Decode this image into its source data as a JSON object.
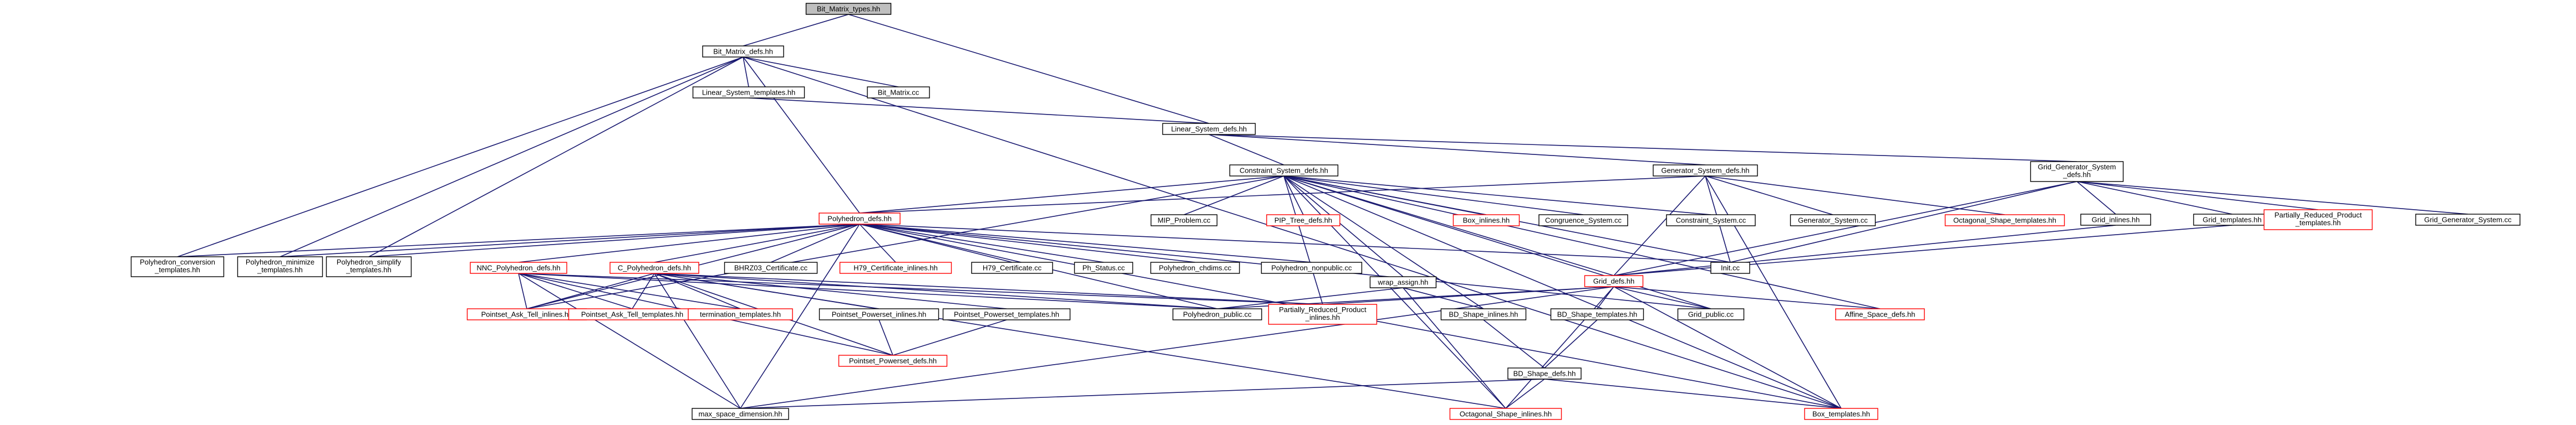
{
  "colors": {
    "edge": "#191970",
    "black_border": "#000000",
    "red_border": "#ff0000",
    "root_fill": "#bfbfbf",
    "node_fill": "#ffffff"
  },
  "nodes": [
    {
      "id": "bmt",
      "label": [
        "Bit_Matrix_types.hh"
      ],
      "style": "root"
    },
    {
      "id": "bmd",
      "label": [
        "Bit_Matrix_defs.hh"
      ],
      "style": "black"
    },
    {
      "id": "lst",
      "label": [
        "Linear_System_templates.hh"
      ],
      "style": "black"
    },
    {
      "id": "bmcc",
      "label": [
        "Bit_Matrix.cc"
      ],
      "style": "black"
    },
    {
      "id": "lsd",
      "label": [
        "Linear_System_defs.hh"
      ],
      "style": "black"
    },
    {
      "id": "csd",
      "label": [
        "Constraint_System_defs.hh"
      ],
      "style": "black"
    },
    {
      "id": "gsd",
      "label": [
        "Generator_System_defs.hh"
      ],
      "style": "black"
    },
    {
      "id": "ggsd",
      "label": [
        "Grid_Generator_System",
        "_defs.hh"
      ],
      "style": "black"
    },
    {
      "id": "mipcc",
      "label": [
        "MIP_Problem.cc"
      ],
      "style": "black"
    },
    {
      "id": "piptree",
      "label": [
        "PIP_Tree_defs.hh"
      ],
      "style": "red"
    },
    {
      "id": "phd",
      "label": [
        "Polyhedron_defs.hh"
      ],
      "style": "red"
    },
    {
      "id": "boxinl",
      "label": [
        "Box_inlines.hh"
      ],
      "style": "red"
    },
    {
      "id": "congcc",
      "label": [
        "Congruence_System.cc"
      ],
      "style": "black"
    },
    {
      "id": "conscc",
      "label": [
        "Constraint_System.cc"
      ],
      "style": "black"
    },
    {
      "id": "gencc",
      "label": [
        "Generator_System.cc"
      ],
      "style": "black"
    },
    {
      "id": "octtpl",
      "label": [
        "Octagonal_Shape_templates.hh"
      ],
      "style": "red"
    },
    {
      "id": "gridinl",
      "label": [
        "Grid_inlines.hh"
      ],
      "style": "black"
    },
    {
      "id": "gridtpl",
      "label": [
        "Grid_templates.hh"
      ],
      "style": "black"
    },
    {
      "id": "pprtpl",
      "label": [
        "Partially_Reduced_Product",
        "_templates.hh"
      ],
      "style": "red"
    },
    {
      "id": "ggscc",
      "label": [
        "Grid_Generator_System.cc"
      ],
      "style": "black"
    },
    {
      "id": "phconv",
      "label": [
        "Polyhedron_conversion",
        "_templates.hh"
      ],
      "style": "black"
    },
    {
      "id": "phmin",
      "label": [
        "Polyhedron_minimize",
        "_templates.hh"
      ],
      "style": "black"
    },
    {
      "id": "phsimp",
      "label": [
        "Polyhedron_simplify",
        "_templates.hh"
      ],
      "style": "black"
    },
    {
      "id": "nncd",
      "label": [
        "NNC_Polyhedron_defs.hh"
      ],
      "style": "red"
    },
    {
      "id": "cpd",
      "label": [
        "C_Polyhedron_defs.hh"
      ],
      "style": "red"
    },
    {
      "id": "bhrz",
      "label": [
        "BHRZ03_Certificate.cc"
      ],
      "style": "black"
    },
    {
      "id": "h79inl",
      "label": [
        "H79_Certificate_inlines.hh"
      ],
      "style": "red"
    },
    {
      "id": "h79cc",
      "label": [
        "H79_Certificate.cc"
      ],
      "style": "black"
    },
    {
      "id": "phstat",
      "label": [
        "Ph_Status.cc"
      ],
      "style": "black"
    },
    {
      "id": "phchd",
      "label": [
        "Polyhedron_chdims.cc"
      ],
      "style": "black"
    },
    {
      "id": "phnonpub",
      "label": [
        "Polyhedron_nonpublic.cc"
      ],
      "style": "black"
    },
    {
      "id": "initcc",
      "label": [
        "Init.cc"
      ],
      "style": "black"
    },
    {
      "id": "griddefs",
      "label": [
        "Grid_defs.hh"
      ],
      "style": "red"
    },
    {
      "id": "wrap",
      "label": [
        "wrap_assign.hh"
      ],
      "style": "black"
    },
    {
      "id": "ppaskinl",
      "label": [
        "Pointset_Ask_Tell_inlines.hh"
      ],
      "style": "red"
    },
    {
      "id": "ppasktpl",
      "label": [
        "Pointset_Ask_Tell_templates.hh"
      ],
      "style": "red"
    },
    {
      "id": "termtpl",
      "label": [
        "termination_templates.hh"
      ],
      "style": "red"
    },
    {
      "id": "pppowinl",
      "label": [
        "Pointset_Powerset_inlines.hh"
      ],
      "style": "black"
    },
    {
      "id": "pppowtpl",
      "label": [
        "Pointset_Powerset_templates.hh"
      ],
      "style": "black"
    },
    {
      "id": "phpub",
      "label": [
        "Polyhedron_public.cc"
      ],
      "style": "black"
    },
    {
      "id": "pprinl",
      "label": [
        "Partially_Reduced_Product",
        "_inlines.hh"
      ],
      "style": "red"
    },
    {
      "id": "bdinl",
      "label": [
        "BD_Shape_inlines.hh"
      ],
      "style": "black"
    },
    {
      "id": "bdtpl",
      "label": [
        "BD_Shape_templates.hh"
      ],
      "style": "black"
    },
    {
      "id": "gridpub",
      "label": [
        "Grid_public.cc"
      ],
      "style": "black"
    },
    {
      "id": "affdefs",
      "label": [
        "Affine_Space_defs.hh"
      ],
      "style": "red"
    },
    {
      "id": "pppowdefs",
      "label": [
        "Pointset_Powerset_defs.hh"
      ],
      "style": "red"
    },
    {
      "id": "bddefs",
      "label": [
        "BD_Shape_defs.hh"
      ],
      "style": "black"
    },
    {
      "id": "maxdim",
      "label": [
        "max_space_dimension.hh"
      ],
      "style": "black"
    },
    {
      "id": "octinl",
      "label": [
        "Octagonal_Shape_inlines.hh"
      ],
      "style": "red"
    },
    {
      "id": "boxtpl",
      "label": [
        "Box_templates.hh"
      ],
      "style": "red"
    }
  ],
  "edges": [
    [
      "bmt",
      "bmd"
    ],
    [
      "bmt",
      "lsd"
    ],
    [
      "bmd",
      "lst"
    ],
    [
      "bmd",
      "bmcc"
    ],
    [
      "bmd",
      "phd"
    ],
    [
      "bmd",
      "phconv"
    ],
    [
      "bmd",
      "phmin"
    ],
    [
      "bmd",
      "phsimp"
    ],
    [
      "bmd",
      "boxtpl"
    ],
    [
      "lst",
      "lsd"
    ],
    [
      "lsd",
      "csd"
    ],
    [
      "lsd",
      "gsd"
    ],
    [
      "lsd",
      "ggsd"
    ],
    [
      "csd",
      "mipcc"
    ],
    [
      "csd",
      "piptree"
    ],
    [
      "csd",
      "phd"
    ],
    [
      "csd",
      "boxinl"
    ],
    [
      "csd",
      "congcc"
    ],
    [
      "csd",
      "conscc"
    ],
    [
      "csd",
      "initcc"
    ],
    [
      "csd",
      "griddefs"
    ],
    [
      "csd",
      "wrap"
    ],
    [
      "csd",
      "pprinl"
    ],
    [
      "csd",
      "bdinl"
    ],
    [
      "csd",
      "octinl"
    ],
    [
      "csd",
      "boxtpl"
    ],
    [
      "csd",
      "affdefs"
    ],
    [
      "csd",
      "ppaskinl"
    ],
    [
      "csd",
      "gridpub"
    ],
    [
      "gsd",
      "gencc"
    ],
    [
      "gsd",
      "octtpl"
    ],
    [
      "gsd",
      "phd"
    ],
    [
      "gsd",
      "initcc"
    ],
    [
      "gsd",
      "griddefs"
    ],
    [
      "gsd",
      "boxtpl"
    ],
    [
      "ggsd",
      "gridinl"
    ],
    [
      "ggsd",
      "gridtpl"
    ],
    [
      "ggsd",
      "pprtpl"
    ],
    [
      "ggsd",
      "ggscc"
    ],
    [
      "ggsd",
      "griddefs"
    ],
    [
      "ggsd",
      "initcc"
    ],
    [
      "gridinl",
      "griddefs"
    ],
    [
      "gridtpl",
      "griddefs"
    ],
    [
      "phd",
      "phconv"
    ],
    [
      "phd",
      "phmin"
    ],
    [
      "phd",
      "phsimp"
    ],
    [
      "phd",
      "nncd"
    ],
    [
      "phd",
      "cpd"
    ],
    [
      "phd",
      "bhrz"
    ],
    [
      "phd",
      "h79inl"
    ],
    [
      "phd",
      "h79cc"
    ],
    [
      "phd",
      "phstat"
    ],
    [
      "phd",
      "phchd"
    ],
    [
      "phd",
      "phnonpub"
    ],
    [
      "phd",
      "initcc"
    ],
    [
      "phd",
      "phpub"
    ],
    [
      "phd",
      "ppaskinl"
    ],
    [
      "phd",
      "maxdim"
    ],
    [
      "phd",
      "boxtpl"
    ],
    [
      "phd",
      "gridpub"
    ],
    [
      "nncd",
      "ppaskinl"
    ],
    [
      "nncd",
      "ppasktpl"
    ],
    [
      "nncd",
      "termtpl"
    ],
    [
      "nncd",
      "pppowdefs"
    ],
    [
      "nncd",
      "maxdim"
    ],
    [
      "nncd",
      "phpub"
    ],
    [
      "nncd",
      "pprinl"
    ],
    [
      "cpd",
      "ppaskinl"
    ],
    [
      "cpd",
      "ppasktpl"
    ],
    [
      "cpd",
      "termtpl"
    ],
    [
      "cpd",
      "pppowinl"
    ],
    [
      "cpd",
      "pppowtpl"
    ],
    [
      "cpd",
      "phpub"
    ],
    [
      "cpd",
      "pprinl"
    ],
    [
      "cpd",
      "pppowdefs"
    ],
    [
      "cpd",
      "maxdim"
    ],
    [
      "cpd",
      "octinl"
    ],
    [
      "wrap",
      "phpub"
    ],
    [
      "wrap",
      "octinl"
    ],
    [
      "wrap",
      "bdinl"
    ],
    [
      "pppowinl",
      "pppowdefs"
    ],
    [
      "pppowtpl",
      "pppowdefs"
    ],
    [
      "griddefs",
      "pprinl"
    ],
    [
      "griddefs",
      "gridpub"
    ],
    [
      "griddefs",
      "affdefs"
    ],
    [
      "griddefs",
      "bdtpl"
    ],
    [
      "griddefs",
      "maxdim"
    ],
    [
      "griddefs",
      "octinl"
    ],
    [
      "griddefs",
      "boxtpl"
    ],
    [
      "griddefs",
      "phpub"
    ],
    [
      "bdinl",
      "bddefs"
    ],
    [
      "bdtpl",
      "bddefs"
    ],
    [
      "bddefs",
      "maxdim"
    ],
    [
      "bddefs",
      "octinl"
    ],
    [
      "bddefs",
      "boxtpl"
    ]
  ]
}
